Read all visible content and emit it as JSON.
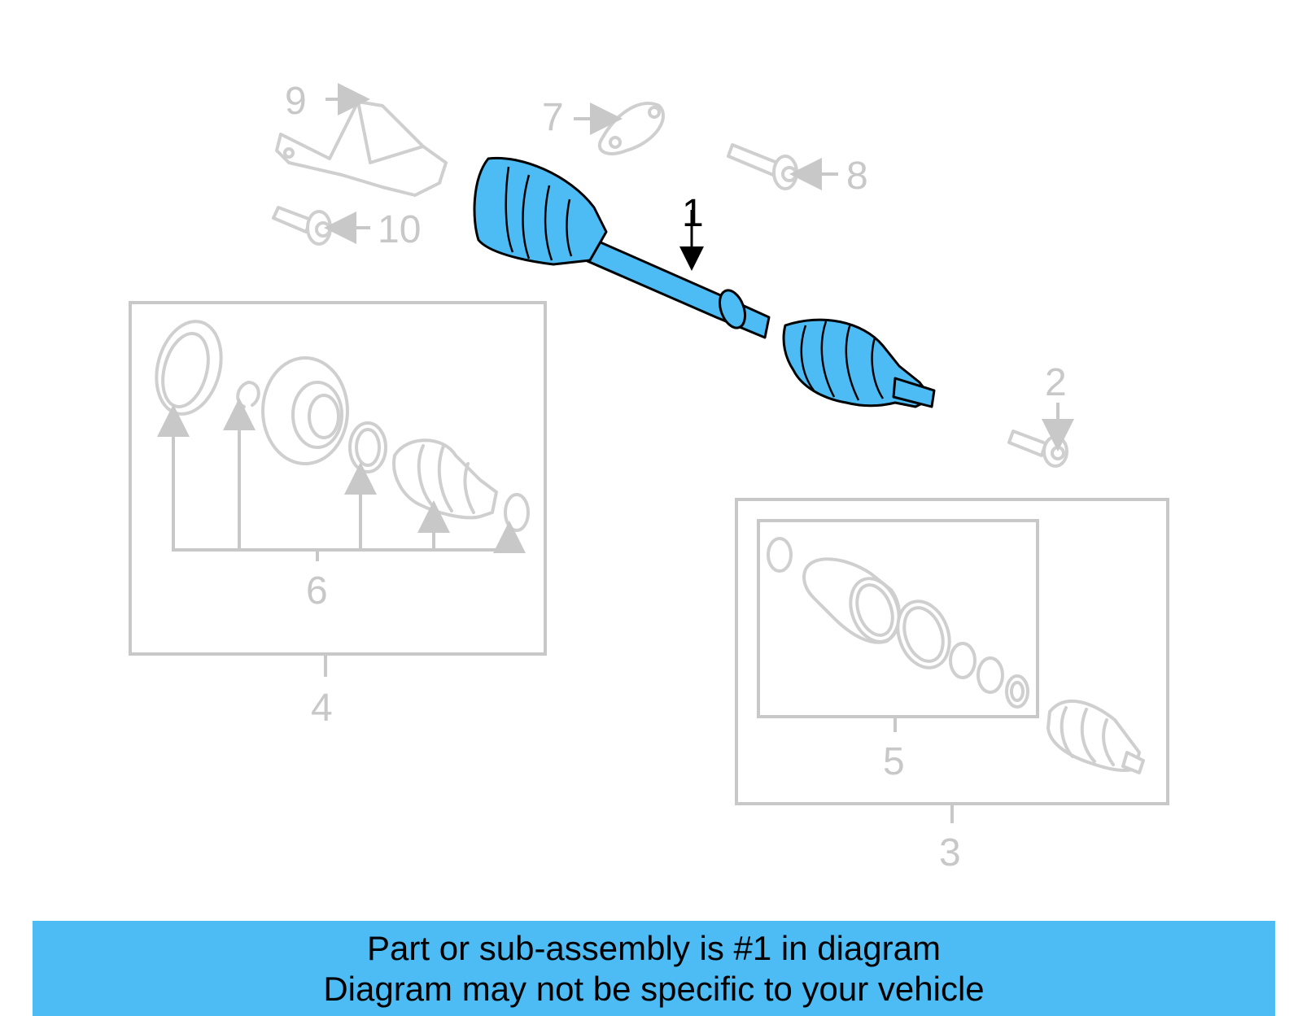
{
  "callouts": {
    "c1": "1",
    "c2": "2",
    "c3": "3",
    "c4": "4",
    "c5": "5",
    "c6": "6",
    "c7": "7",
    "c8": "8",
    "c9": "9",
    "c10": "10"
  },
  "highlight_color": "#4dbcf4",
  "banner": {
    "line1": "Part or sub-assembly is #1 in diagram",
    "line2": "Diagram may not be specific to your vehicle"
  }
}
